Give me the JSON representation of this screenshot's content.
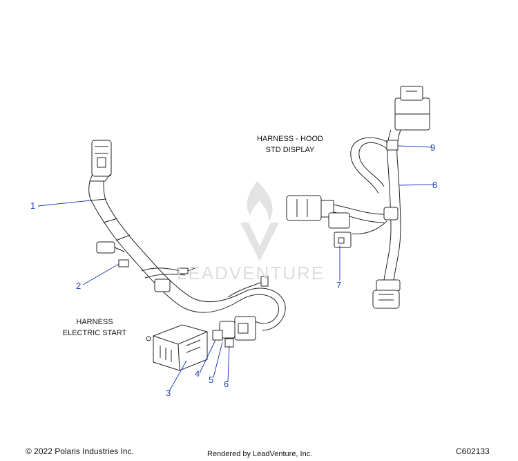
{
  "captions": {
    "hood_line1": "HARNESS - HOOD",
    "hood_line2": "STD DISPLAY",
    "start_line1": "HARNESS",
    "start_line2": "ELECTRIC START"
  },
  "callouts": [
    "1",
    "2",
    "3",
    "4",
    "5",
    "6",
    "7",
    "8",
    "9"
  ],
  "footer": {
    "copyright": "© 2022 Polaris Industries Inc.",
    "rendered": "Rendered by LeadVenture, Inc.",
    "code": "C602133"
  },
  "watermark": {
    "text": "LEADVENTURE",
    "icon": "leadventure-flame-logo"
  },
  "colors": {
    "callout": "#1f3fbf",
    "line": "#222222",
    "watermark": "#d9d9d9"
  }
}
